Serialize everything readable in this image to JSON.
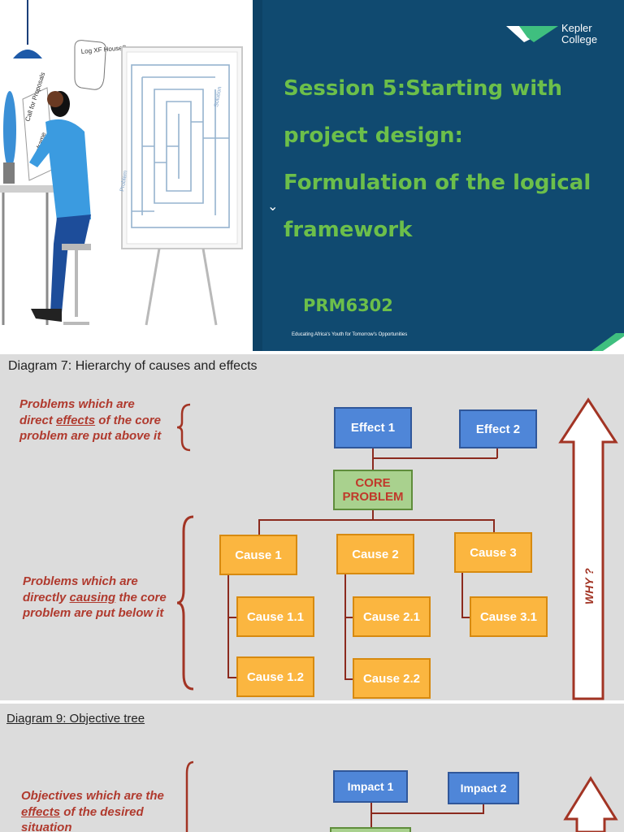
{
  "slide1": {
    "illustration": {
      "bubble_text": "Log XF House?",
      "sign_text": "Call for Proposals",
      "paper_text": "Logframe",
      "flipchart_problem": "Problem",
      "flipchart_solution": "Solution"
    },
    "logo": {
      "line1": "Kepler",
      "line2": "College"
    },
    "title": "Session 5:Starting with project design: Formulation of the logical framework",
    "course_code": "PRM6302",
    "tagline": "Educating Africa's Youth for Tomorrow's Opportunities",
    "colors": {
      "panel": "#104a70",
      "accent_green": "#6cbf4a"
    }
  },
  "slide2": {
    "heading": "Diagram 7: Hierarchy of causes and effects",
    "note_above": {
      "pre": "Problems which are direct ",
      "emph": "effects",
      "post": " of the core problem are put above it"
    },
    "note_below": {
      "pre": "Problems which are directly ",
      "emph": "causing",
      "post": " the core problem are put below it"
    },
    "effects": [
      "Effect 1",
      "Effect 2"
    ],
    "core": "CORE PROBLEM",
    "causes": [
      "Cause 1",
      "Cause 2",
      "Cause 3"
    ],
    "subcauses": [
      "Cause 1.1",
      "Cause 1.2",
      "Cause 2.1",
      "Cause 2.2",
      "Cause 3.1"
    ],
    "arrow_label": "WHY ?"
  },
  "slide3": {
    "heading": "Diagram 9: Objective tree",
    "note": {
      "pre": "Objectives which are the ",
      "emph": "effects",
      "post": " of the desired situation"
    },
    "impacts": [
      "Impact 1",
      "Impact 2"
    ]
  }
}
